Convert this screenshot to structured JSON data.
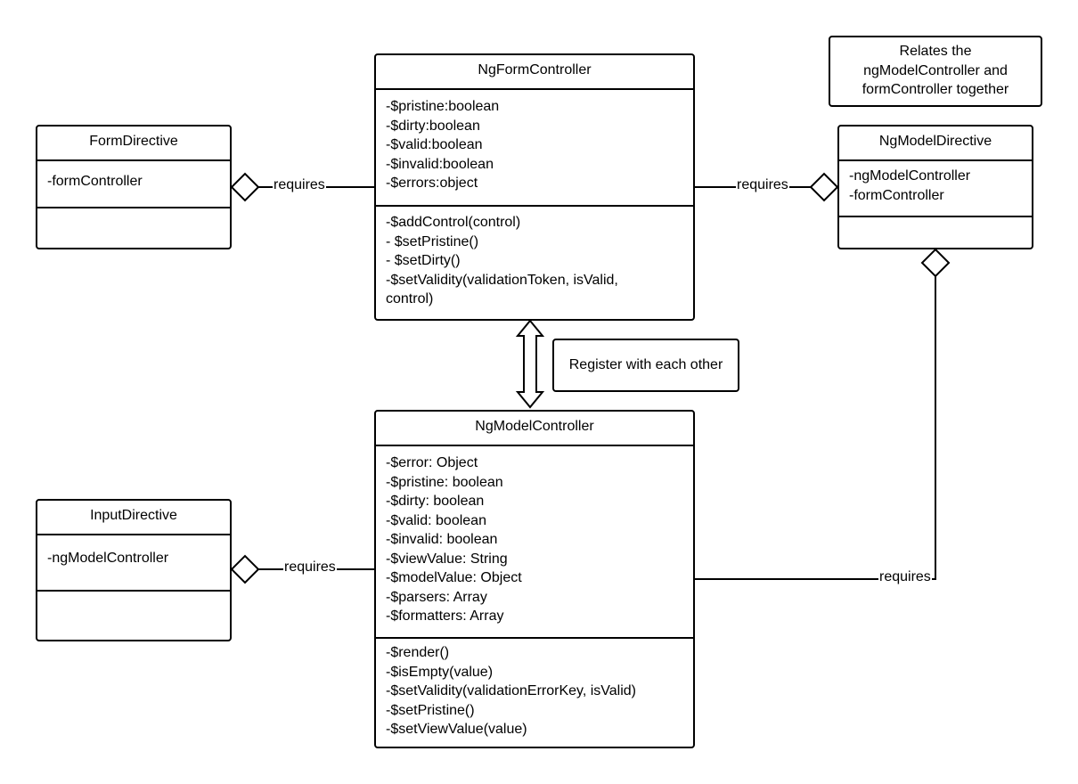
{
  "classes": {
    "form_directive": {
      "name": "FormDirective",
      "attributes": [
        "-formController"
      ],
      "operations": []
    },
    "ng_form_controller": {
      "name": "NgFormController",
      "attributes": [
        "-$pristine:boolean",
        "-$dirty:boolean",
        "-$valid:boolean",
        "-$invalid:boolean",
        "-$errors:object"
      ],
      "operations": [
        "-$addControl(control)",
        "- $setPristine()",
        "- $setDirty()",
        "-$setValidity(validationToken, isValid,",
        "control)"
      ]
    },
    "ng_model_directive": {
      "name": "NgModelDirective",
      "attributes": [
        "-ngModelController",
        "-formController"
      ],
      "operations": []
    },
    "input_directive": {
      "name": "InputDirective",
      "attributes": [
        "-ngModelController"
      ],
      "operations": []
    },
    "ng_model_controller": {
      "name": "NgModelController",
      "attributes": [
        "-$error: Object",
        "-$pristine: boolean",
        "-$dirty: boolean",
        "-$valid: boolean",
        "-$invalid: boolean",
        "-$viewValue: String",
        "-$modelValue: Object",
        "-$parsers: Array",
        "-$formatters: Array"
      ],
      "operations": [
        "-$render()",
        "-$isEmpty(value)",
        "-$setValidity(validationErrorKey, isValid)",
        "-$setPristine()",
        "-$setViewValue(value)"
      ]
    }
  },
  "notes": {
    "relates": [
      "Relates the",
      "ngModelController and",
      "formController together"
    ],
    "register": "Register with each other"
  },
  "relationships": {
    "form_requires": "requires",
    "ngmodel_requires_form": "requires",
    "input_requires": "requires",
    "ngmodel_requires_model": "requires"
  }
}
